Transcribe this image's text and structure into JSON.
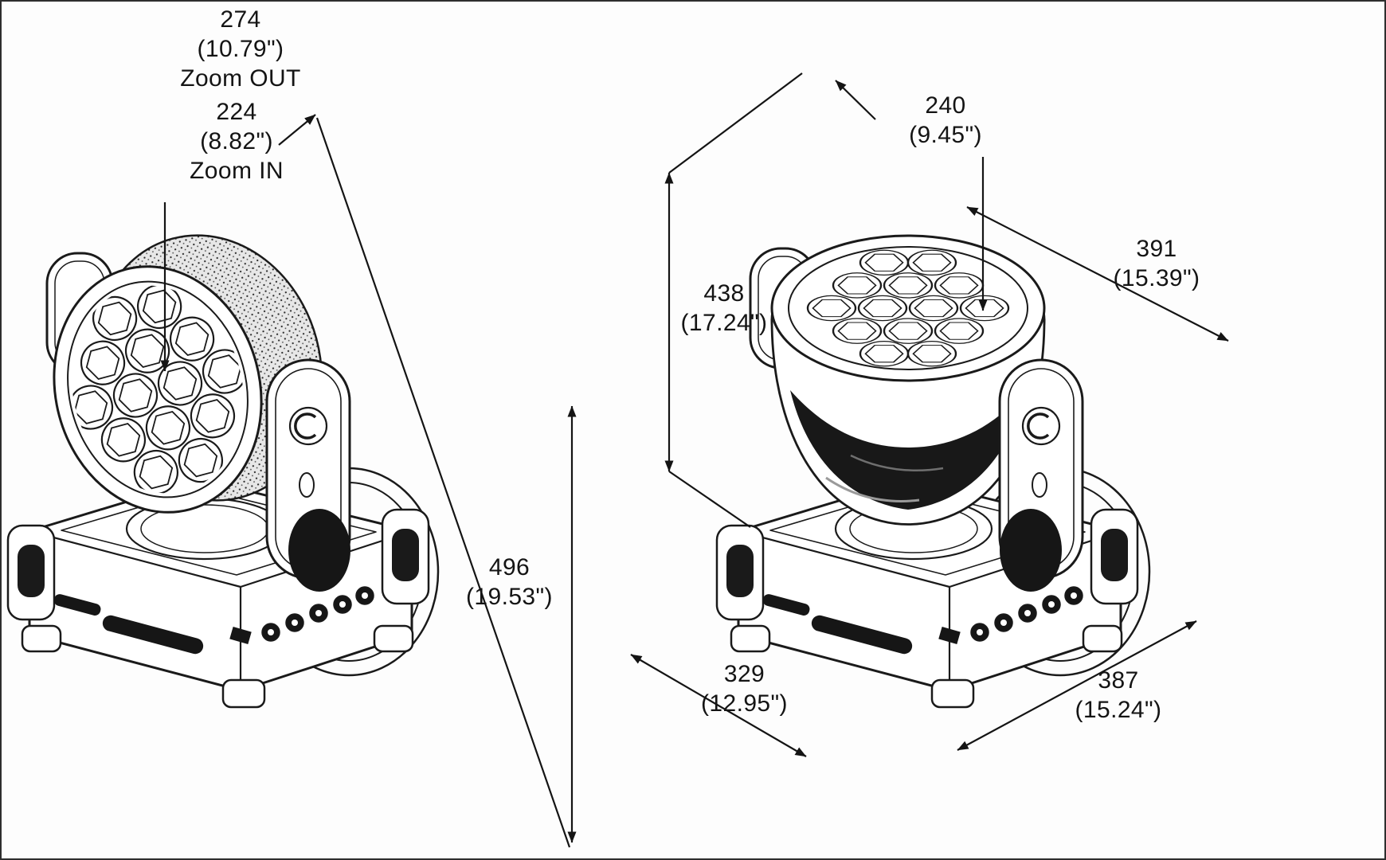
{
  "page": {
    "background": "#fdfdfd",
    "line_color": "#1a1a1a",
    "description_units": "millimeters (inches)"
  },
  "views": {
    "left": {
      "name": "side-view-head-forward",
      "dim_zoom_out": {
        "value": "274",
        "inches": "(10.79\")",
        "label": "Zoom OUT"
      },
      "dim_zoom_in": {
        "value": "224",
        "inches": "(8.82\")",
        "label": "Zoom IN"
      },
      "dim_height": {
        "value": "496",
        "inches": "(19.53\")"
      }
    },
    "right": {
      "name": "front-view-head-up",
      "dim_head_height": {
        "value": "438",
        "inches": "(17.24\")"
      },
      "dim_lens_width": {
        "value": "240",
        "inches": "(9.45\")"
      },
      "dim_diagonal": {
        "value": "391",
        "inches": "(15.39\")"
      },
      "dim_base_depth": {
        "value": "329",
        "inches": "(12.95\")"
      },
      "dim_base_width": {
        "value": "387",
        "inches": "(15.24\")"
      }
    }
  }
}
